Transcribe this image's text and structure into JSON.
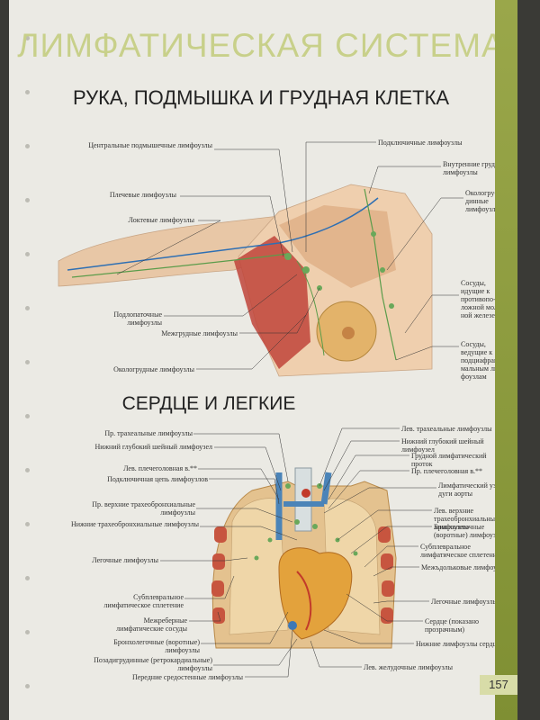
{
  "header": {
    "title": "ЛИМФАТИЧЕСКАЯ СИСТЕМА"
  },
  "section1": {
    "title": "РУКА, ПОДМЫШКА И ГРУДНАЯ КЛЕТКА",
    "labels_left": [
      "Центральные подмышечные лимфоузлы",
      "Плечевые лимфоузлы",
      "Локтевые лимфоузлы",
      "Подлопаточные лимфоузлы",
      "Межгрудные лимфоузлы",
      "Окологрудные лимфоузлы"
    ],
    "labels_right": [
      "Подключичные лимфоузлы",
      "Внутренние грудные лимфоузлы",
      "Окологру-динные лимфоузлы",
      "Сосуды, идущие к противопо-ложной молоч-ной железе",
      "Сосуды, ведущие к подциафраг-мальным лим-фоузлам"
    ]
  },
  "section2": {
    "title": "СЕРДЦЕ И ЛЕГКИЕ",
    "labels_left": [
      "Пр. трахеальные лимфоузлы",
      "Нижний глубокий шейный лимфоузел",
      "Лев. плечеголовная в.**",
      "Подключичная цепь лимфоузлов",
      "Пр. верхние трахеобронхиальные лимфоузлы",
      "Нижние трахеобронхиальные лимфоузлы",
      "Легочные лимфоузлы",
      "Субплевральное лимфатическое сплетение",
      "Межреберные лимфатические сосуды",
      "Бронхолегочные (воротные) лимфоузлы",
      "Позадигрудинные (ретрокардиальные) лимфоузлы",
      "Передние средостенные лимфоузлы"
    ],
    "labels_right": [
      "Лев. трахеальные лимфоузлы",
      "Нижний глубокий шейный лимфоузел",
      "Грудной лимфатический проток",
      "Пр. плечеголовная в.**",
      "Лимфатический узел дуги аорты",
      "Лев. верхние трахеобронхиальные лимфоузлы",
      "Бронхолегочные (воротные) лимфоузлы",
      "Субплевральное лимфатическое сплетение",
      "Межъдольковые лимфоузлы",
      "Легочные лимфоузлы",
      "Сердце (показано прозрачным)",
      "Нижние лимфоузлы сердца",
      "Лев. желудочные лимфоузлы"
    ]
  },
  "footer": {
    "page_number": "157"
  }
}
